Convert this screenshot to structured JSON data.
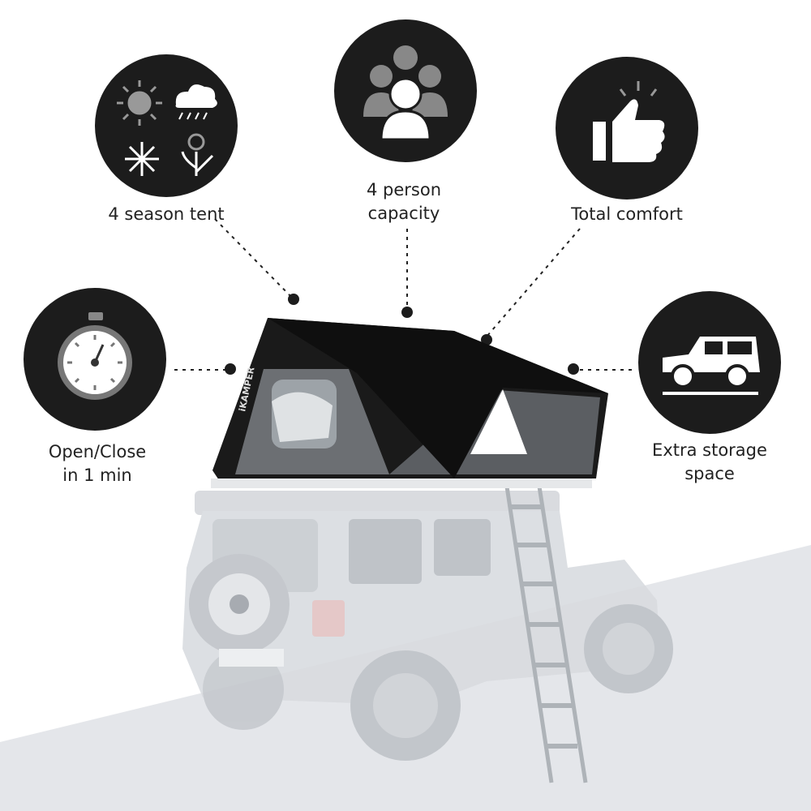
{
  "features": [
    {
      "label": "4 season tent",
      "icon": "weather-seasons-icon"
    },
    {
      "label": "4 person",
      "label2": "capacity",
      "icon": "people-group-icon"
    },
    {
      "label": "Total comfort",
      "icon": "thumbs-up-icon"
    },
    {
      "label": "Open/Close",
      "label2": "in 1 min",
      "icon": "stopwatch-icon"
    },
    {
      "label": "Extra storage",
      "label2": "space",
      "icon": "suv-vehicle-icon"
    }
  ],
  "product": {
    "brand_logo": "iKAMPER"
  },
  "colors": {
    "circle": "#1c1c1c",
    "ground": "#e4e6ea",
    "text": "#222222"
  }
}
